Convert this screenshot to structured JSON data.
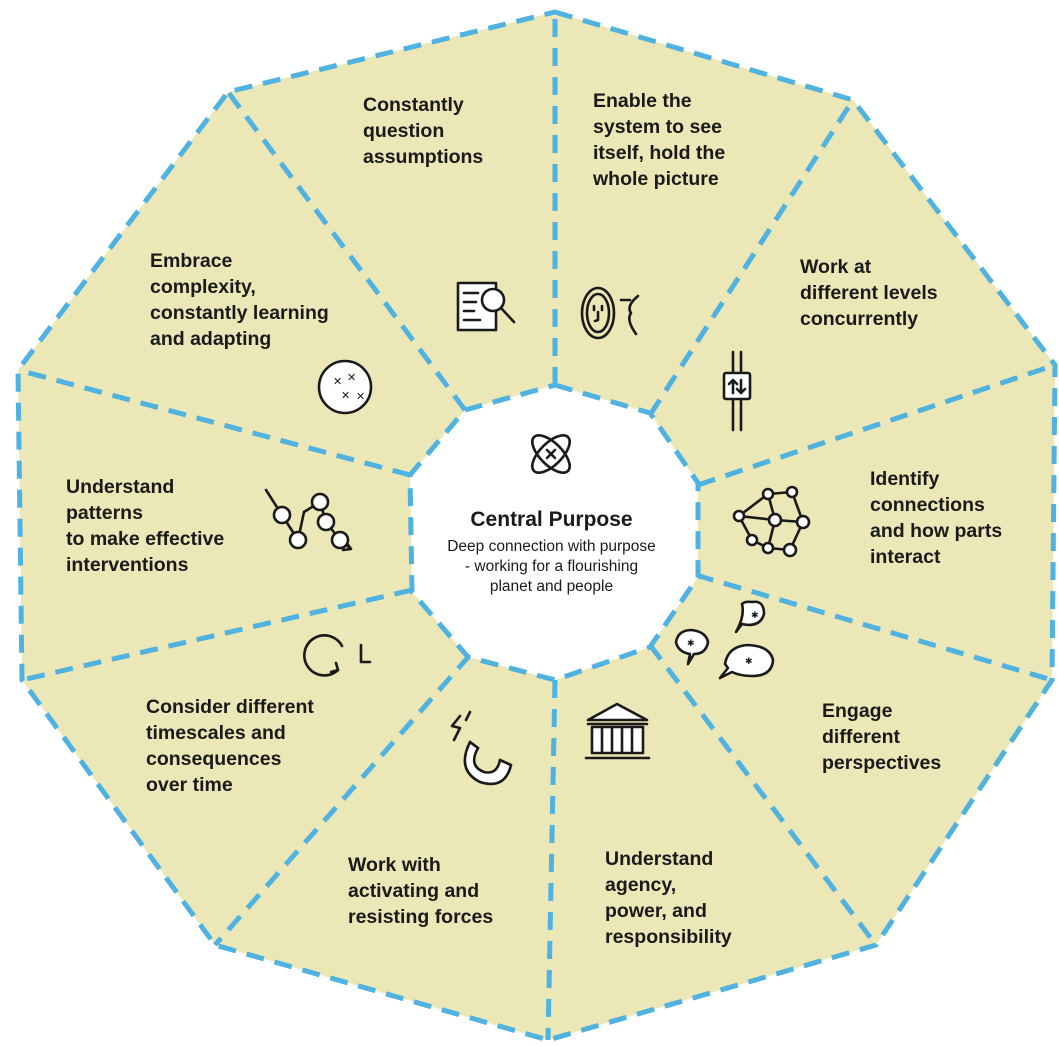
{
  "colors": {
    "segment_fill": "#ebe7b6",
    "dash_stroke": "#4fb2e0",
    "center_fill": "#ffffff",
    "ink": "#1a1a1a"
  },
  "center": {
    "icon": "atom-icon",
    "title": "Central Purpose",
    "description_lines": [
      "Deep connection with purpose",
      "- working for a flourishing",
      "planet and people"
    ]
  },
  "segments": [
    {
      "id": "question-assumptions",
      "icon": "document-magnifier-icon",
      "lines": [
        "Constantly",
        "question",
        "assumptions"
      ]
    },
    {
      "id": "system-see-itself",
      "icon": "mirror-face-icon",
      "lines": [
        "Enable the",
        "system to see",
        "itself, hold the",
        "whole picture"
      ]
    },
    {
      "id": "different-levels",
      "icon": "elevator-icon",
      "lines": [
        "Work at",
        "different levels",
        "concurrently"
      ]
    },
    {
      "id": "identify-connections",
      "icon": "network-icon",
      "lines": [
        "Identify",
        "connections",
        "and how parts",
        "interact"
      ]
    },
    {
      "id": "engage-perspectives",
      "icon": "speech-bubbles-icon",
      "lines": [
        "Engage",
        "different",
        "perspectives"
      ]
    },
    {
      "id": "agency-power",
      "icon": "institution-icon",
      "lines": [
        "Understand",
        "agency,",
        "power, and",
        "responsibility"
      ]
    },
    {
      "id": "activating-forces",
      "icon": "magnet-icon",
      "lines": [
        "Work with",
        "activating and",
        "resisting forces"
      ]
    },
    {
      "id": "timescales",
      "icon": "clock-icon",
      "lines": [
        "Consider different",
        "timescales and",
        "consequences",
        "over time"
      ]
    },
    {
      "id": "patterns",
      "icon": "pattern-chain-icon",
      "lines": [
        "Understand",
        "patterns",
        "to make effective",
        "interventions"
      ]
    },
    {
      "id": "complexity",
      "icon": "face-circle-icon",
      "lines": [
        "Embrace",
        "complexity,",
        "constantly learning",
        "and adapting"
      ]
    }
  ]
}
